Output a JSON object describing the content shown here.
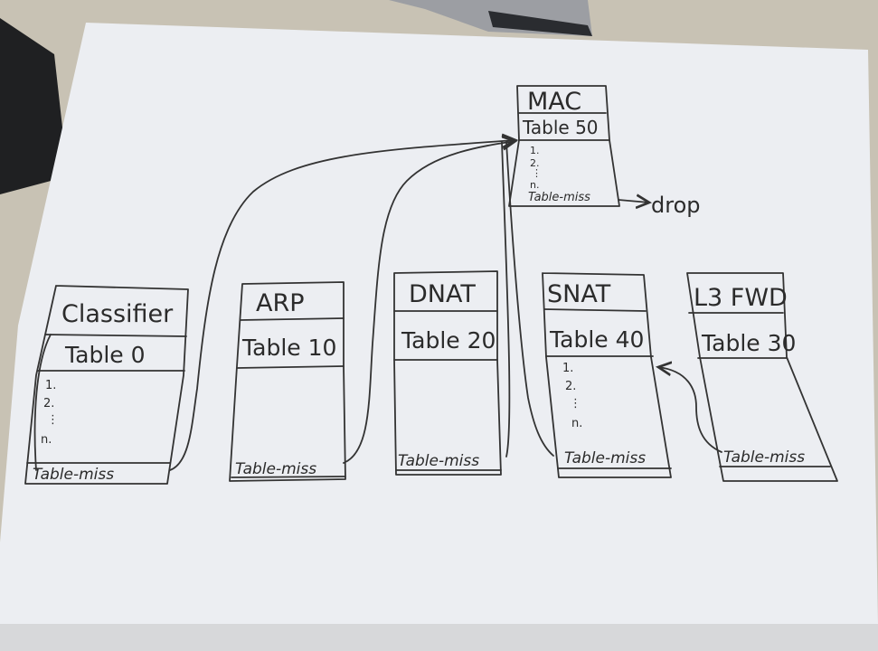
{
  "tables": {
    "classifier": {
      "name": "Classifier",
      "table": "Table 0",
      "rows": [
        "1.",
        "2.",
        "⋮",
        "n."
      ],
      "miss": "Table-miss"
    },
    "arp": {
      "name": "ARP",
      "table": "Table 10",
      "miss": "Table-miss"
    },
    "dnat": {
      "name": "DNAT",
      "table": "Table 20",
      "miss": "Table-miss"
    },
    "snat": {
      "name": "SNAT",
      "table": "Table 40",
      "rows": [
        "1.",
        "2.",
        "⋮",
        "n."
      ],
      "miss": "Table-miss"
    },
    "l3fwd": {
      "name": "L3 FWD",
      "table": "Table 30",
      "miss": "Table-miss"
    },
    "mac": {
      "name": "MAC",
      "table": "Table 50",
      "rows": [
        "1.",
        "2.",
        "⋮",
        "n."
      ],
      "miss": "Table-miss"
    }
  },
  "drop_label": "drop"
}
